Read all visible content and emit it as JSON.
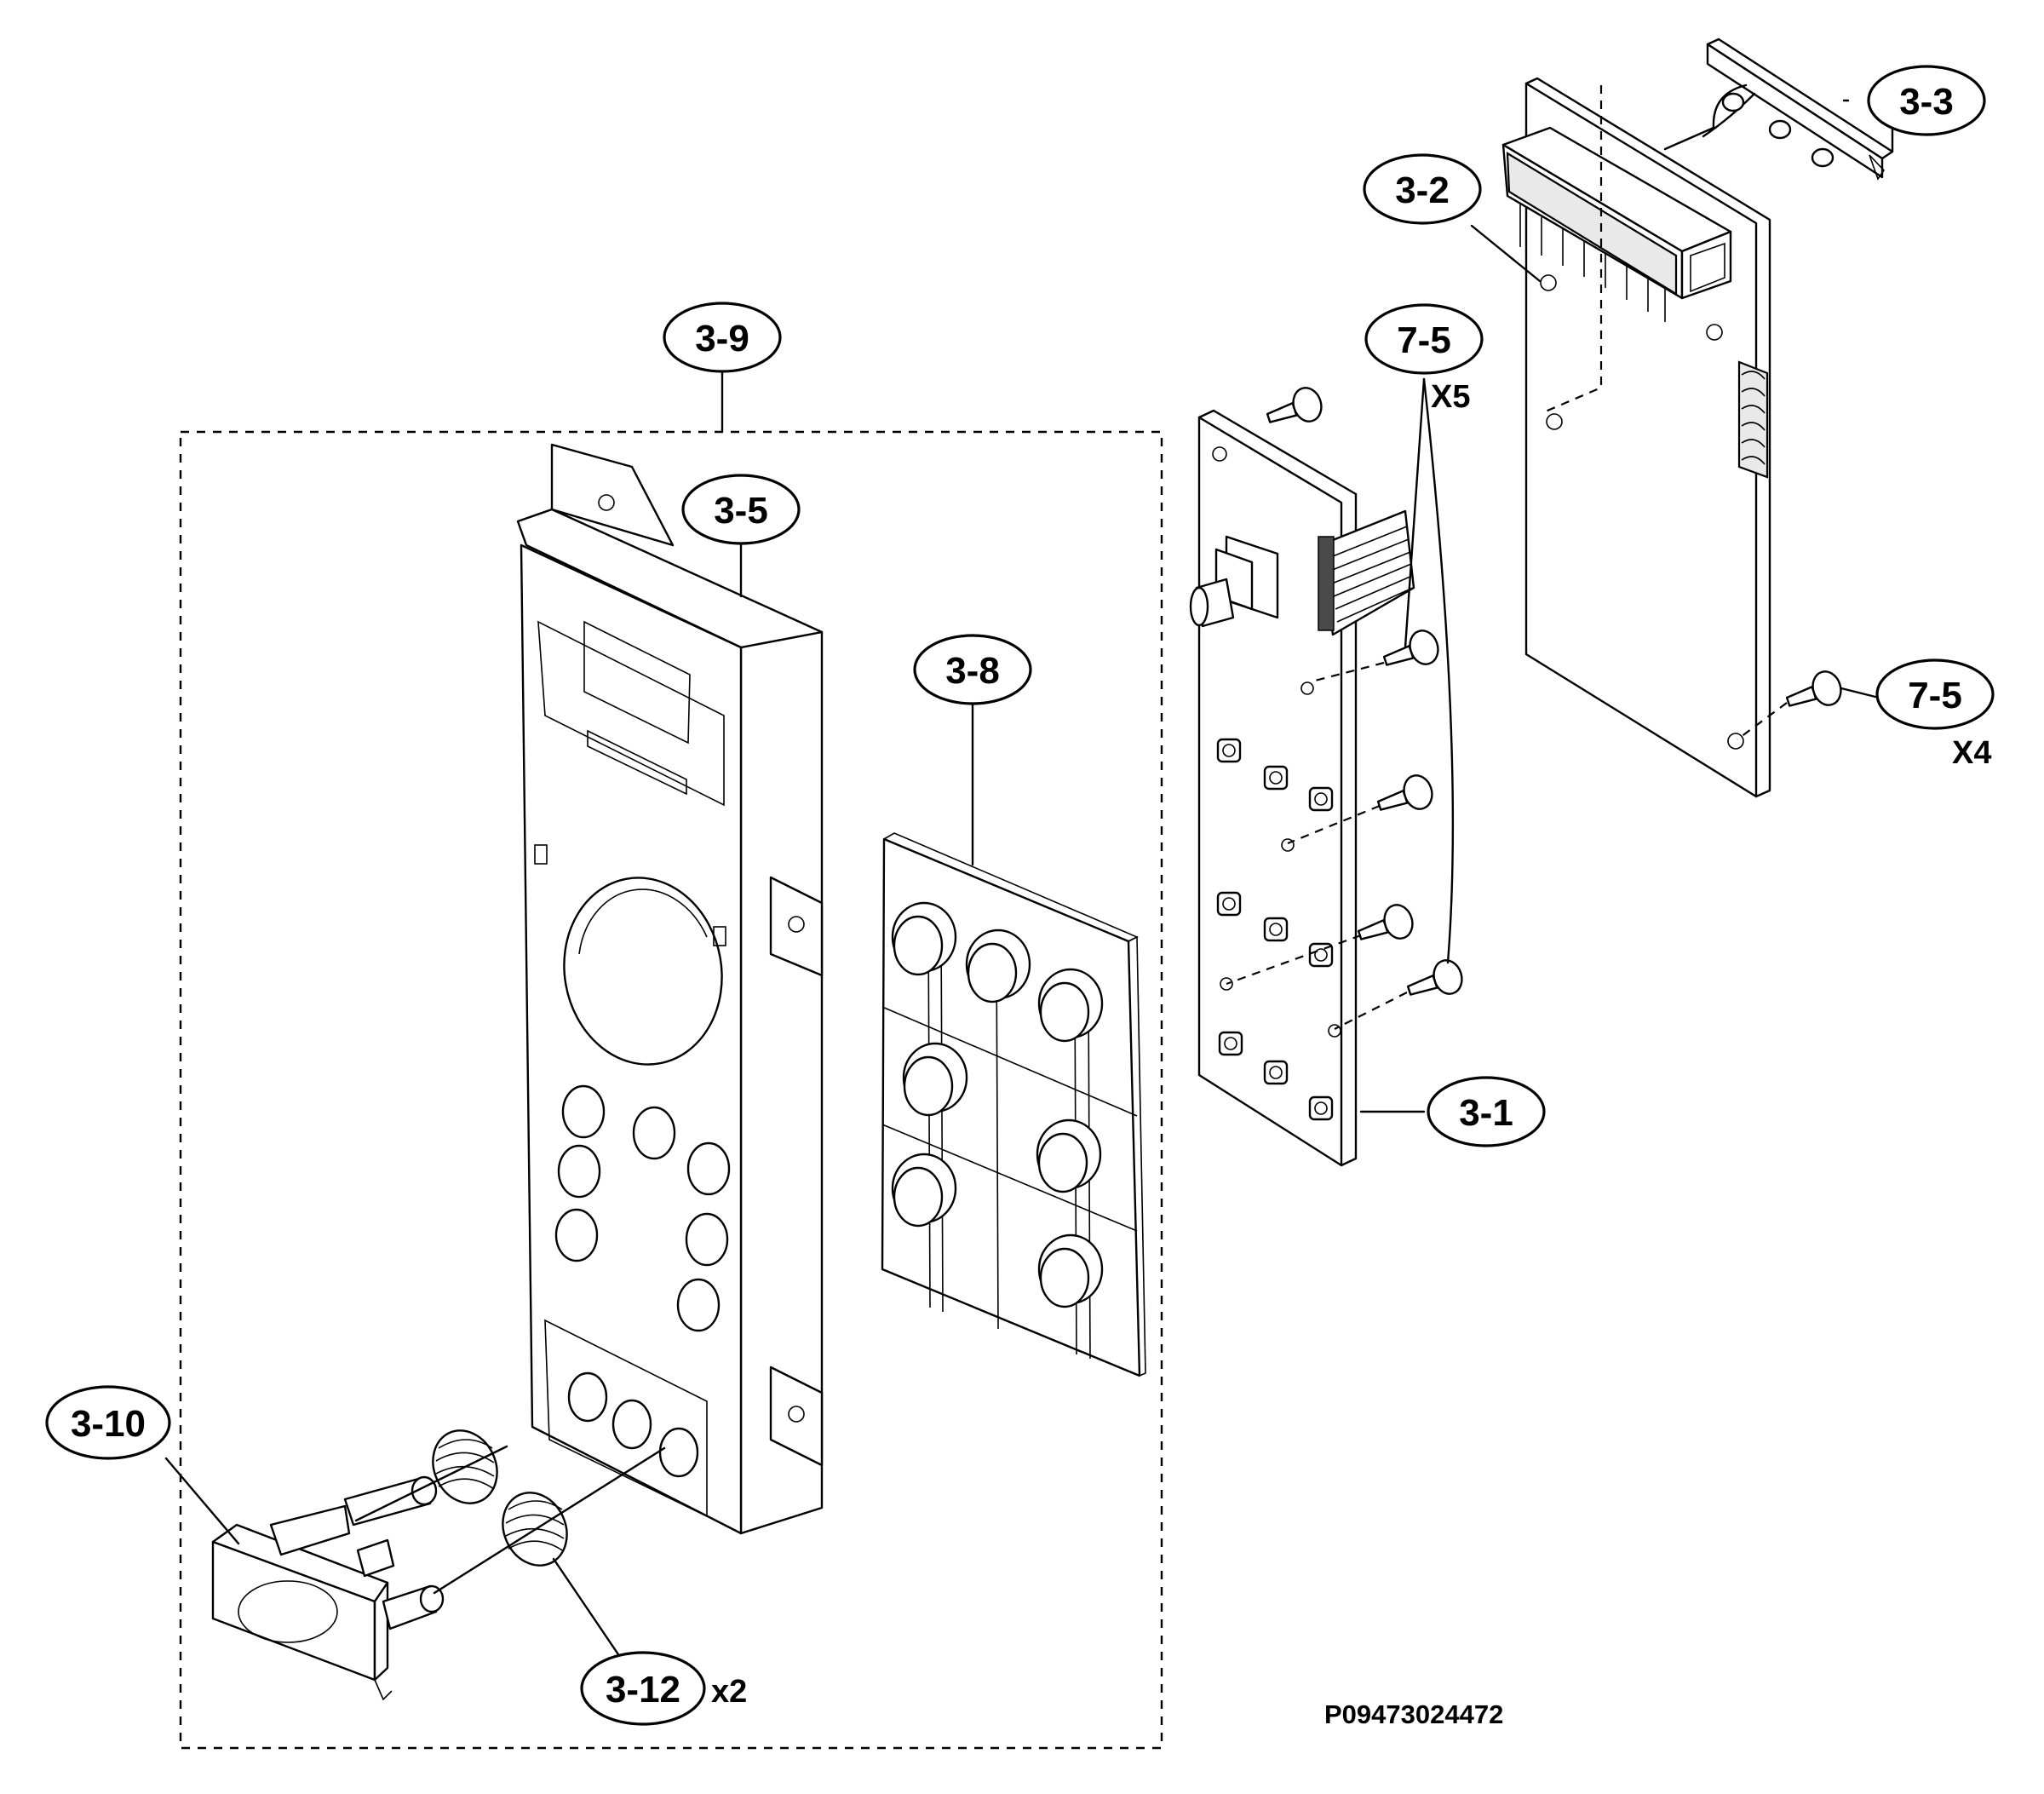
{
  "callouts": {
    "c3_1": "3-1",
    "c3_2": "3-2",
    "c3_3": "3-3",
    "c3_5": "3-5",
    "c3_8": "3-8",
    "c3_9": "3-9",
    "c3_10": "3-10",
    "c3_12": "3-12",
    "c7_5a": "7-5",
    "c7_5b": "7-5"
  },
  "quantities": {
    "q7_5a": "X5",
    "q7_5b": "X4",
    "q3_12": "x2"
  },
  "drawing_code": "P09473024472"
}
